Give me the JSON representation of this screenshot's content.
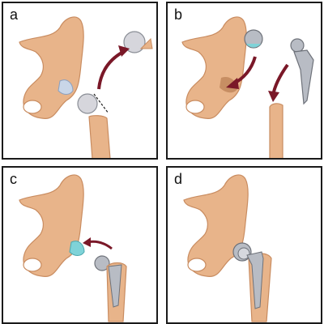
{
  "panels": [
    {
      "label": "a"
    },
    {
      "label": "b"
    },
    {
      "label": "c"
    },
    {
      "label": "d"
    }
  ],
  "colors": {
    "bone": "#e8b48a",
    "bone_dark": "#c98c60",
    "bone_shadow": "#b0744a",
    "arrow": "#7a1828",
    "metal": "#b8bcc4",
    "metal_dark": "#6e727a",
    "liner": "#7fd3d8",
    "frame": "#1a1a1a"
  }
}
